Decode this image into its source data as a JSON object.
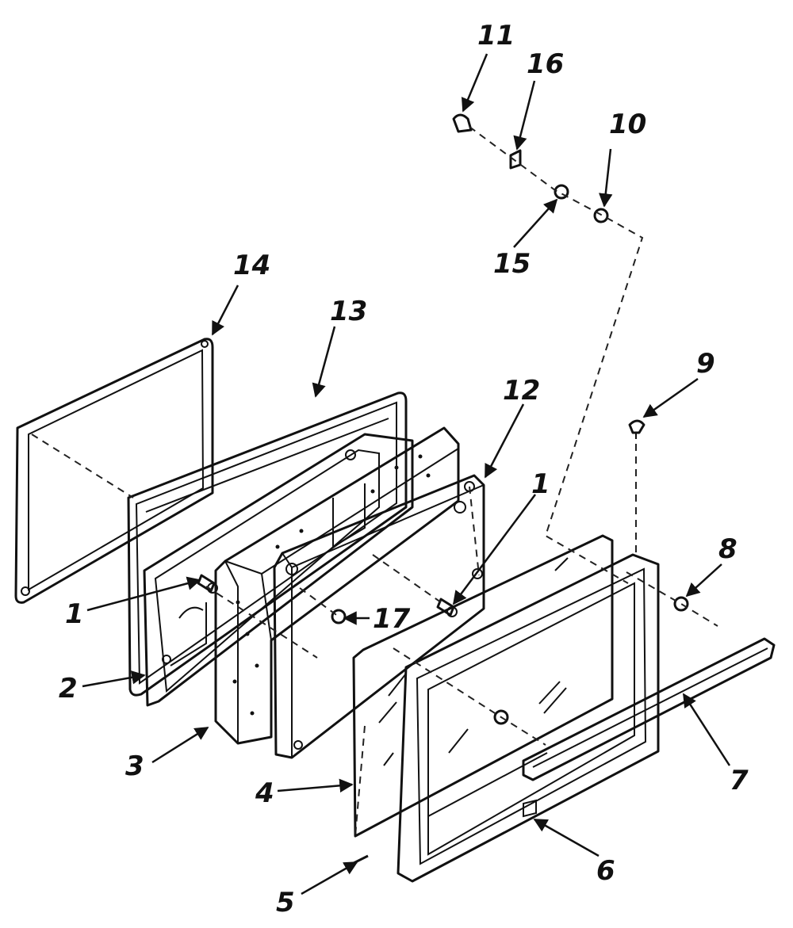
{
  "labels": {
    "l1a": "1",
    "l1b": "1",
    "l2": "2",
    "l3": "3",
    "l4": "4",
    "l5": "5",
    "l6": "6",
    "l7": "7",
    "l8": "8",
    "l9": "9",
    "l10": "10",
    "l11": "11",
    "l12": "12",
    "l13": "13",
    "l14": "14",
    "l15": "15",
    "l16": "16",
    "l17": "17"
  }
}
